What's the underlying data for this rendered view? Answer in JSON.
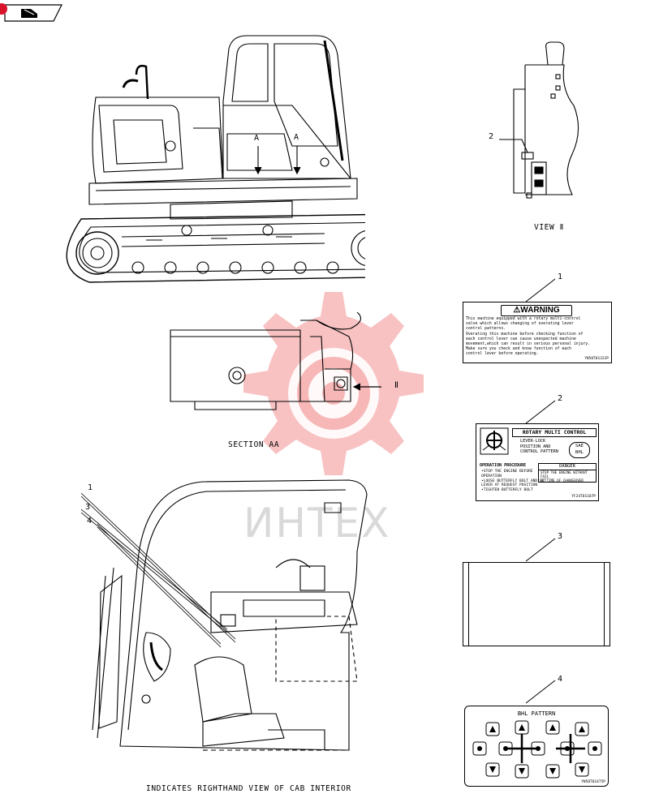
{
  "captions": {
    "view_ii": "VIEW Ⅱ",
    "section_aa": "SECTION AA",
    "cab_interior": "INDICATES RIGHTHAND VIEW OF CAB INTERIOR",
    "section_marker": "A",
    "view_marker": "Ⅱ"
  },
  "watermark": "ИНТЕХ",
  "callouts": {
    "one": "1",
    "two": "2",
    "three": "3",
    "four": "4"
  },
  "decal_warning": {
    "heading": "⚠WARNING",
    "line1": "This machine equipped with a rotary multi-control",
    "line2": "valve which allows changing of overating lever",
    "line3": "control patterns.",
    "line4": "Overating this machine before checking function of",
    "line5": "each control lever can cause unexpected machine",
    "line6": "movement,which can result in serious personal injury.",
    "line7": "Make sure you check and know function of each",
    "line8": "control lever before operating.",
    "code": "YN50T01322P"
  },
  "decal_rotary": {
    "heading": "ROTARY MULTI CONTROL",
    "lever_line1": "LEVER-LOCK",
    "lever_line2": "POSITION AND",
    "lever_line3": "CONTROL PATTERN",
    "sae": "SAE",
    "bhl": "BHL",
    "procedure_heading": "OPERATION PROCEDURE",
    "step1": "•STOP THE ENGINE BEFORE",
    "step1b": "OPERATION",
    "step2": "•LOOSE BUTTERFLY BOLT AND SET",
    "step2b": "LEVER AT REQUEST POSITION",
    "step3": "•TIGHTEN BUTTERFLY BOLT",
    "danger_heading": "DANGER",
    "danger_line1": "STOP THE ENGINE WITHOUT FAIL",
    "danger_line2": "AT TIME OF CHANGEOVER",
    "code": "YF24T01187P"
  },
  "decal_bhl": {
    "heading": "BHL PATTERN",
    "code": "YN50T01475P"
  },
  "icons": [
    "excavator-icon",
    "lever-icon"
  ]
}
